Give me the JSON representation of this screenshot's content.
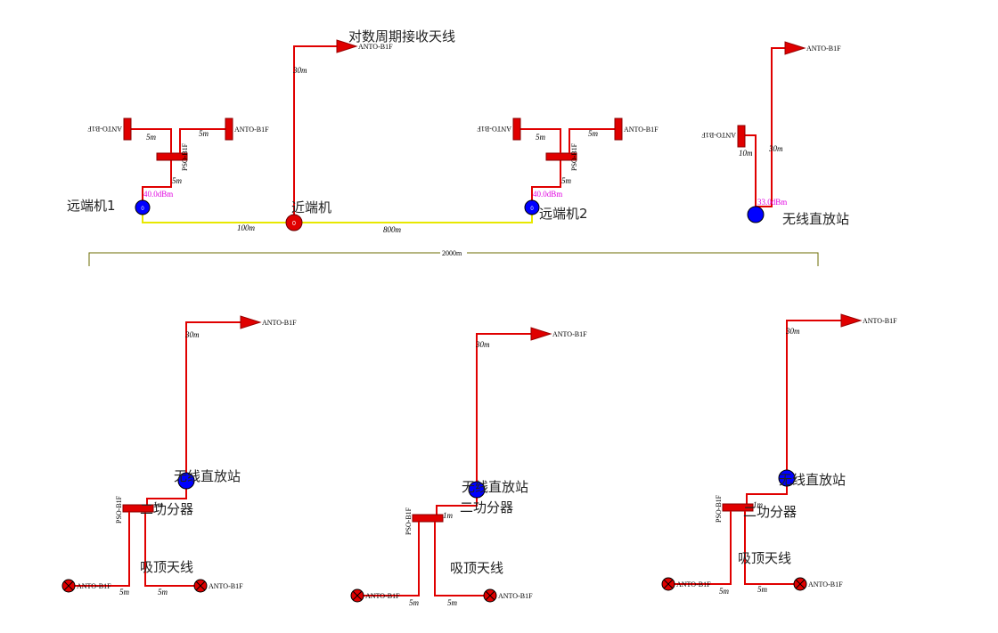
{
  "colors": {
    "cable": "#e00000",
    "fiber": "#e8e800",
    "unit_blue": "#0000ff",
    "near_unit": "#e00000",
    "power_label": "#e000e0"
  },
  "antenna_label": "ANTO-B1F",
  "splitter_label": "PSO-B1F",
  "top": {
    "log_periodic_antenna": "对数周期接收天线",
    "near_unit": "近端机",
    "remote_unit_1": "远端机1",
    "remote_unit_2": "远端机2",
    "repeater": "无线直放站",
    "power_remote_1": "40.0dBm",
    "power_remote_2": "40.0dBm",
    "power_repeater": "33.0dBm",
    "near_unit_symbol": "0",
    "remote_unit_symbol": "0",
    "fiber_len_1": "100m",
    "fiber_len_2": "800m",
    "feed_near": "30m",
    "feed_remote": "5m",
    "branch_left": "5m",
    "branch_right": "5m",
    "repeater_vertical": "30m",
    "repeater_short": "10m",
    "span_total": "2000m"
  },
  "bottom_groups": [
    {
      "repeater": "无线直放站",
      "splitter": "二功分器",
      "ceiling": "吸顶天线",
      "vertical": "30m",
      "feed": "1m",
      "branch_left": "5m",
      "branch_right": "5m"
    },
    {
      "repeater": "无线直放站",
      "splitter": "二功分器",
      "ceiling": "吸顶天线",
      "vertical": "30m",
      "feed": "1m",
      "branch_left": "5m",
      "branch_right": "5m"
    },
    {
      "repeater": "无线直放站",
      "splitter": "二功分器",
      "ceiling": "吸顶天线",
      "vertical": "30m",
      "feed": "1m",
      "branch_left": "5m",
      "branch_right": "5m"
    }
  ]
}
